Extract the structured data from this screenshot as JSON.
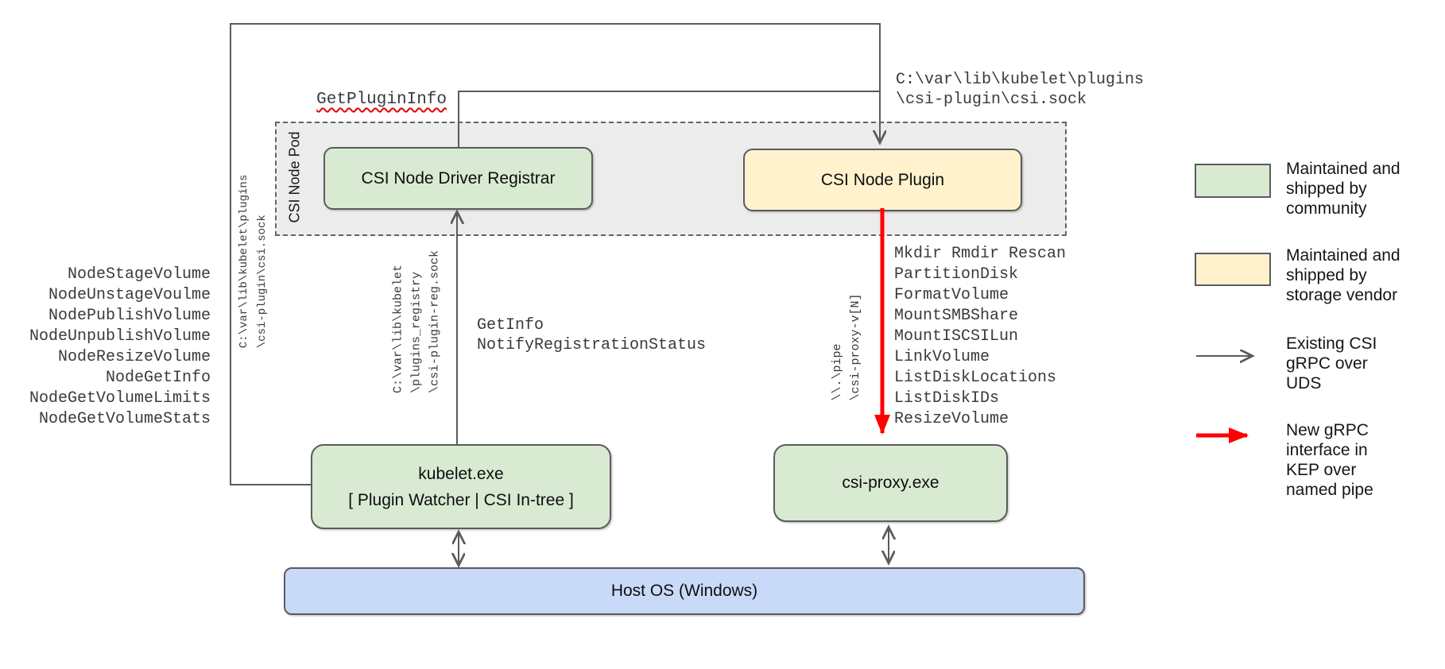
{
  "diagram": {
    "boxes": {
      "pod_label": "CSI Node Pod",
      "registrar": "CSI Node Driver Registrar",
      "plugin": "CSI Node Plugin",
      "kubelet": "kubelet.exe\n[ Plugin Watcher | CSI In-tree ]",
      "csi_proxy": "csi-proxy.exe",
      "host_os": "Host OS (Windows)"
    },
    "labels": {
      "get_plugin_info": "GetPluginInfo",
      "sock_path_top_right": "C:\\var\\lib\\kubelet\\plugins\n\\csi-plugin\\csi.sock",
      "sock_path_left": "C:\\var\\lib\\kubelet\\plugins\n\\csi-plugin\\csi.sock",
      "registration_sock_path": "C:\\var\\lib\\kubelet\n\\plugins_registry\n\\csi-plugin-reg.sock",
      "named_pipe_path": "\\\\.\\pipe\n\\csi-proxy-v[N]",
      "registration_calls": "GetInfo\nNotifyRegistrationStatus"
    },
    "node_calls": [
      "NodeStageVolume",
      "NodeUnstageVoulme",
      "NodePublishVolume",
      "NodeUnpublishVolume",
      "NodeResizeVolume",
      "NodeGetInfo",
      "NodeGetVolumeLimits",
      "NodeGetVolumeStats"
    ],
    "proxy_calls": [
      "Mkdir Rmdir Rescan",
      "PartitionDisk",
      "FormatVolume",
      "MountSMBShare",
      "MountISCSILun",
      "LinkVolume",
      "ListDiskLocations",
      "ListDiskIDs",
      "ResizeVolume"
    ]
  },
  "legend": {
    "items": [
      {
        "icon": "green-swatch",
        "label": "Maintained and\nshipped by\ncommunity"
      },
      {
        "icon": "yellow-swatch",
        "label": "Maintained and\nshipped by\nstorage vendor"
      },
      {
        "icon": "gray-arrow",
        "label": "Existing CSI\ngRPC over\nUDS"
      },
      {
        "icon": "red-arrow",
        "label": "New gRPC\ninterface in\nKEP over\nnamed pipe"
      }
    ]
  },
  "colors": {
    "community_green": "#d9ead3",
    "vendor_yellow": "#fff2cc",
    "host_blue": "#c9daf8",
    "line_gray": "#5b5b5b",
    "new_grpc_red": "#ff0000",
    "pod_background": "#ececec"
  }
}
